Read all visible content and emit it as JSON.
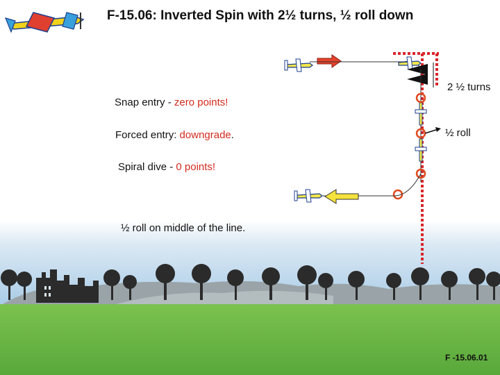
{
  "title": "F-15.06: Inverted Spin with 2½ turns, ½ roll down",
  "notes": {
    "snap_prefix": "Snap entry - ",
    "snap_highlight": "zero points!",
    "forced_prefix": "Forced entry: ",
    "forced_highlight": "downgrade",
    "forced_suffix": ".",
    "spiral_prefix": "Spiral dive - ",
    "spiral_highlight": "0 points!",
    "roll_note": "½ roll on middle of the line."
  },
  "figure_labels": {
    "turns": "2 ½ turns",
    "roll": "½ roll"
  },
  "footer": "F -15.06.01",
  "colors": {
    "accent_red": "#d22b1e",
    "dotted_red": "#d8262b",
    "flight_path": "#3a5fa8",
    "entry_arrow": "#e5432b",
    "exit_arrow": "#f5e23c",
    "sky_top": "#ffffff",
    "sky_bottom": "#a9cbe6",
    "grass": "#7cc24f",
    "hills": "#9aa4a8"
  },
  "icons": [
    "aerobatic-plane-icon",
    "tree-silhouette-icon",
    "castle-ruin-icon",
    "small-plane-icon"
  ]
}
